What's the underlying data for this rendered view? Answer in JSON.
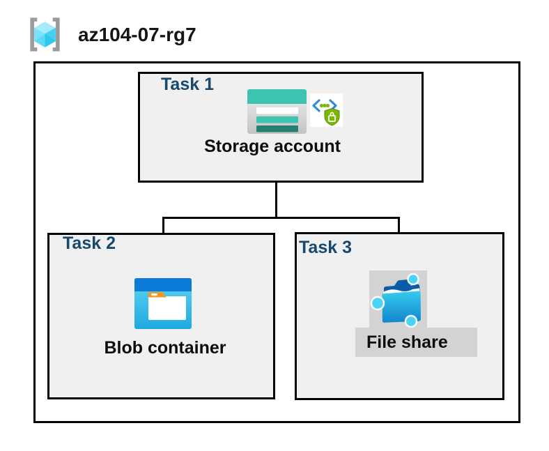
{
  "title": {
    "resource_group": "az104-07-rg7"
  },
  "tasks": [
    {
      "label": "Task 1",
      "item": "Storage account",
      "icons": [
        "storage-account-icon",
        "sas-token-icon"
      ]
    },
    {
      "label": "Task 2",
      "item": "Blob container",
      "icons": [
        "blob-container-icon"
      ]
    },
    {
      "label": "Task 3",
      "item": "File share",
      "icons": [
        "file-share-icon"
      ]
    }
  ],
  "connections": [
    {
      "from": "Storage account",
      "to": "Blob container"
    },
    {
      "from": "Storage account",
      "to": "File share"
    }
  ],
  "colors": {
    "task_label_navy": "#17496E",
    "box_background": "#F0F0F0",
    "border_black": "#000000",
    "gray_panel": "#D3D3D3",
    "storage_teal": "#3DC4B1",
    "storage_teal_dark": "#27806F",
    "blob_header_blue": "#0C7BD8",
    "blob_body_cyan": "#2FB5E6",
    "folder_tab_orange": "#F7941E",
    "sas_green": "#7AB800",
    "sas_chevron_blue": "#2E8CD8",
    "fileshare_navy": "#0A5CA8",
    "fileshare_node_cyan": "#49D3F6",
    "rg_bracket_gray": "#9B9B9B",
    "rg_cube_cyan": "#5ED9F5"
  }
}
